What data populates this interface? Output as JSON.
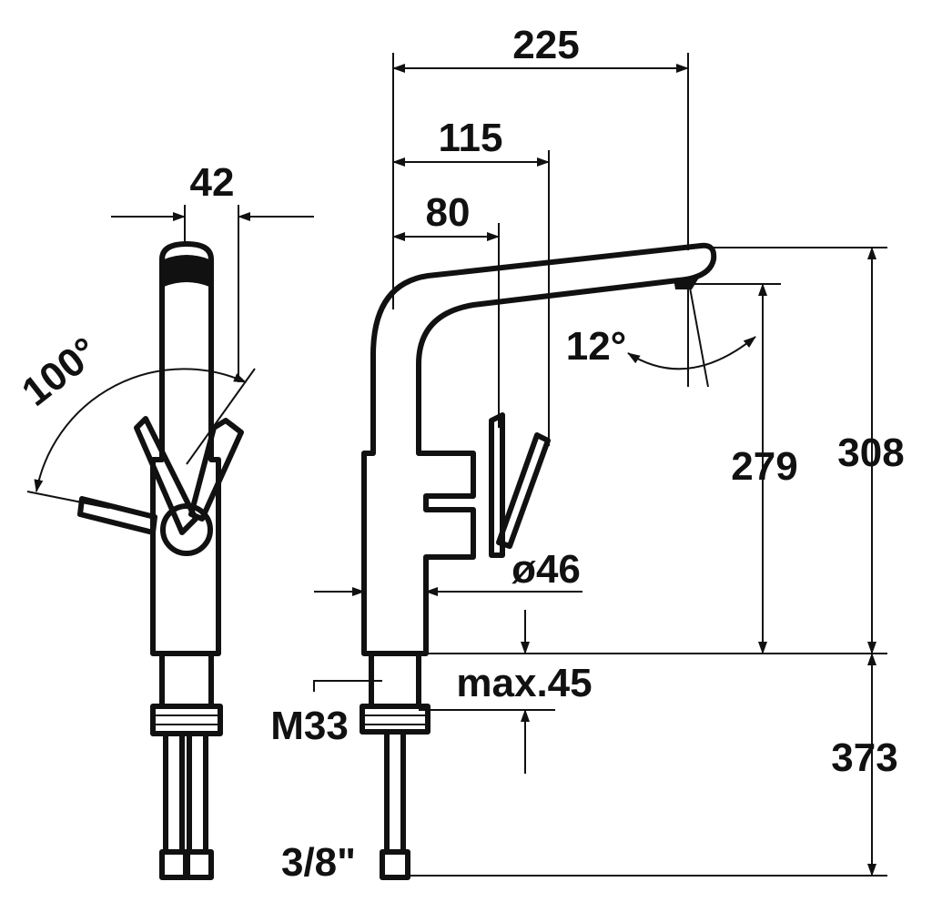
{
  "dimensions": {
    "spout_reach": "225",
    "lever_reach": "115",
    "body_to_lever": "80",
    "side_width": "42",
    "lever_angle": "100°",
    "spout_tilt": "12°",
    "spout_height": "279",
    "total_height": "308",
    "base_diameter": "ø46",
    "max_thickness": "max.45",
    "thread": "M33",
    "hose_length": "373",
    "hose_connection": "3/8\""
  },
  "colors": {
    "line": "#111111",
    "background": "#ffffff"
  }
}
